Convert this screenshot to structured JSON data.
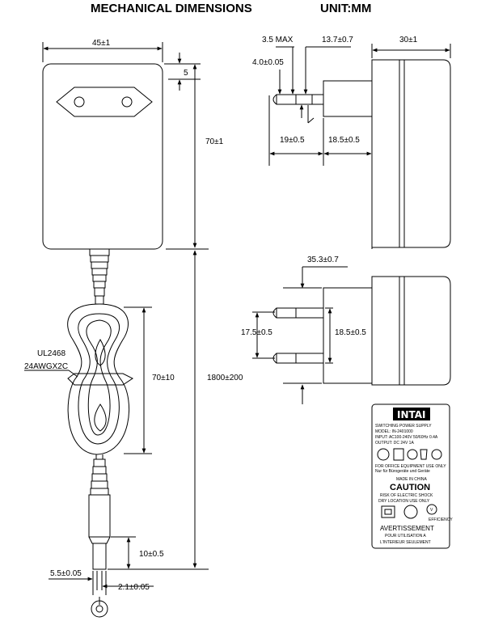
{
  "header": {
    "title": "MECHANICAL DIMENSIONS",
    "unit": "UNIT:MM"
  },
  "front_view": {
    "width": "45±1",
    "top_offset": "5",
    "height": "70±1"
  },
  "cable": {
    "length": "1800±200",
    "coil_length": "70±10",
    "spec_line1": "UL2468",
    "spec_line2": "24AWGX2C",
    "plug_length": "10±0.5",
    "outer_diameter": "5.5±0.05",
    "inner_diameter": "2.1±0.05"
  },
  "side_view": {
    "pin_max": "3.5 MAX",
    "pin_diameter": "4.0±0.05",
    "pin_offset": "13.7±0.7",
    "depth": "30±1",
    "pin_length": "19±0.5",
    "plug_body": "18.5±0.5"
  },
  "top_view": {
    "overall": "35.3±0.7",
    "pin_spacing_left": "17.5±0.5",
    "pin_spacing_right": "18.5±0.5"
  },
  "label": {
    "brand": "INTAI",
    "line1": "SWITCHING POWER SUPPLY",
    "line2": "MODEL: IN-2401000",
    "line3": "INPUT: AC100-240V 50/60Hz 0.4A",
    "line4": "OUTPUT: DC 24V 1A",
    "line5": "FOR OFFICE EQUIPMENT USE ONLY",
    "line6": "Nur für Bürogeräte und Geräte",
    "made_in": "MADE IN CHINA",
    "caution": "CAUTION",
    "risk1": "RISK OF ELECTRIC SHOCK",
    "risk2": "DRY LOCATION USE ONLY",
    "efficiency_mark": "V",
    "efficiency": "EFFICIENCY",
    "avert": "AVERTISSEMENT",
    "avert1": "POUR UTILISATION A",
    "avert2": "L'INTERIEUR SEULEMENT"
  }
}
